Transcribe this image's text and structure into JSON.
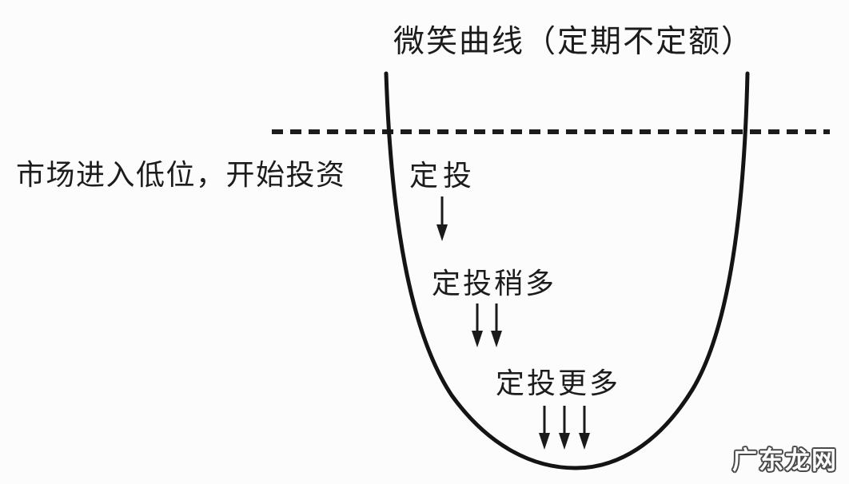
{
  "title": "微笑曲线（定期不定额）",
  "annotations": {
    "market_entry_note": "市场进入低位，开始投资"
  },
  "curve_steps": [
    {
      "label": "定投",
      "arrow_count": 1
    },
    {
      "label": "定投稍多",
      "arrow_count": 2
    },
    {
      "label": "定投更多",
      "arrow_count": 3
    }
  ],
  "watermark": "广东龙网",
  "graphics": {
    "baseline_style": "dashed horizontal line",
    "curve_shape": "u-shaped smile curve"
  },
  "colors": {
    "ink": "#1c1c1c",
    "background": "#fcfcfc",
    "watermark_fill": "#ffffff",
    "watermark_outline": "#4a4a4a"
  }
}
